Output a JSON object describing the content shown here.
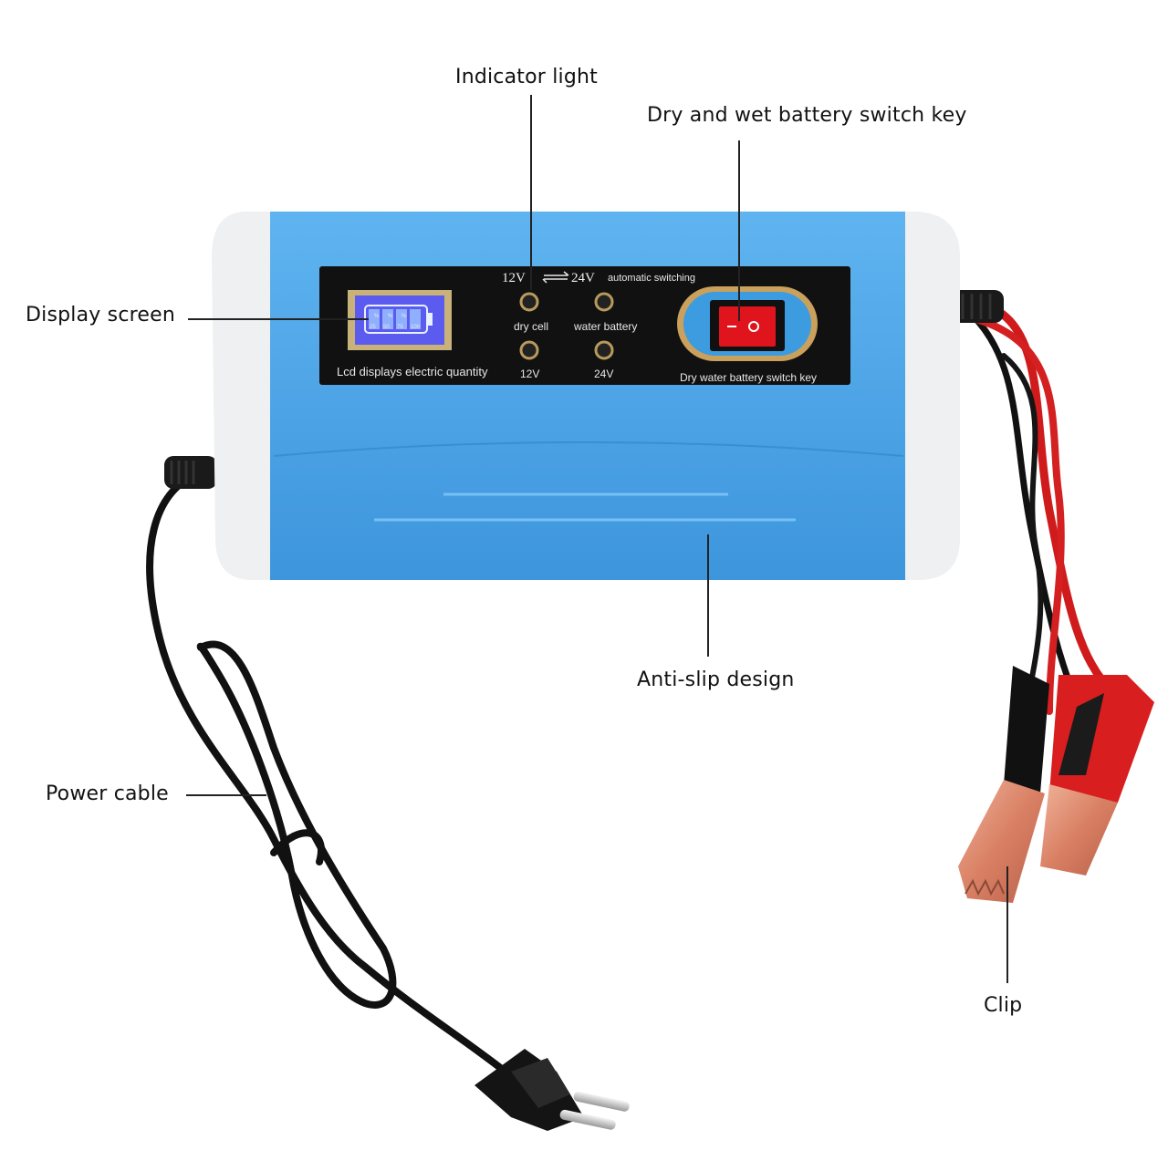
{
  "callouts": {
    "indicator_light": "Indicator light",
    "switch_key": "Dry and wet battery switch key",
    "display_screen": "Display screen",
    "anti_slip": "Anti-slip design",
    "power_cable": "Power cable",
    "clip": "Clip"
  },
  "panel": {
    "voltage_12": "12V",
    "voltage_24": "24V",
    "auto_switching": "automatic switching",
    "dry_cell": "dry cell",
    "water_battery": "water battery",
    "led_12v": "12V",
    "led_24v": "24V",
    "lcd_caption": "Lcd displays electric quantity",
    "switch_caption": "Dry water battery switch key",
    "lcd_levels": [
      "25",
      "50",
      "75",
      "100"
    ],
    "lcd_unit": "%"
  },
  "colors": {
    "body_blue": "#4aa3e6",
    "end_caps": "#eef0f2",
    "panel": "#111111",
    "lcd": "#5b5bf0",
    "rocker": "#e0141c",
    "wire_red": "#d81e1e",
    "cable_black": "#111111",
    "clip_copper": "#d9876a"
  }
}
